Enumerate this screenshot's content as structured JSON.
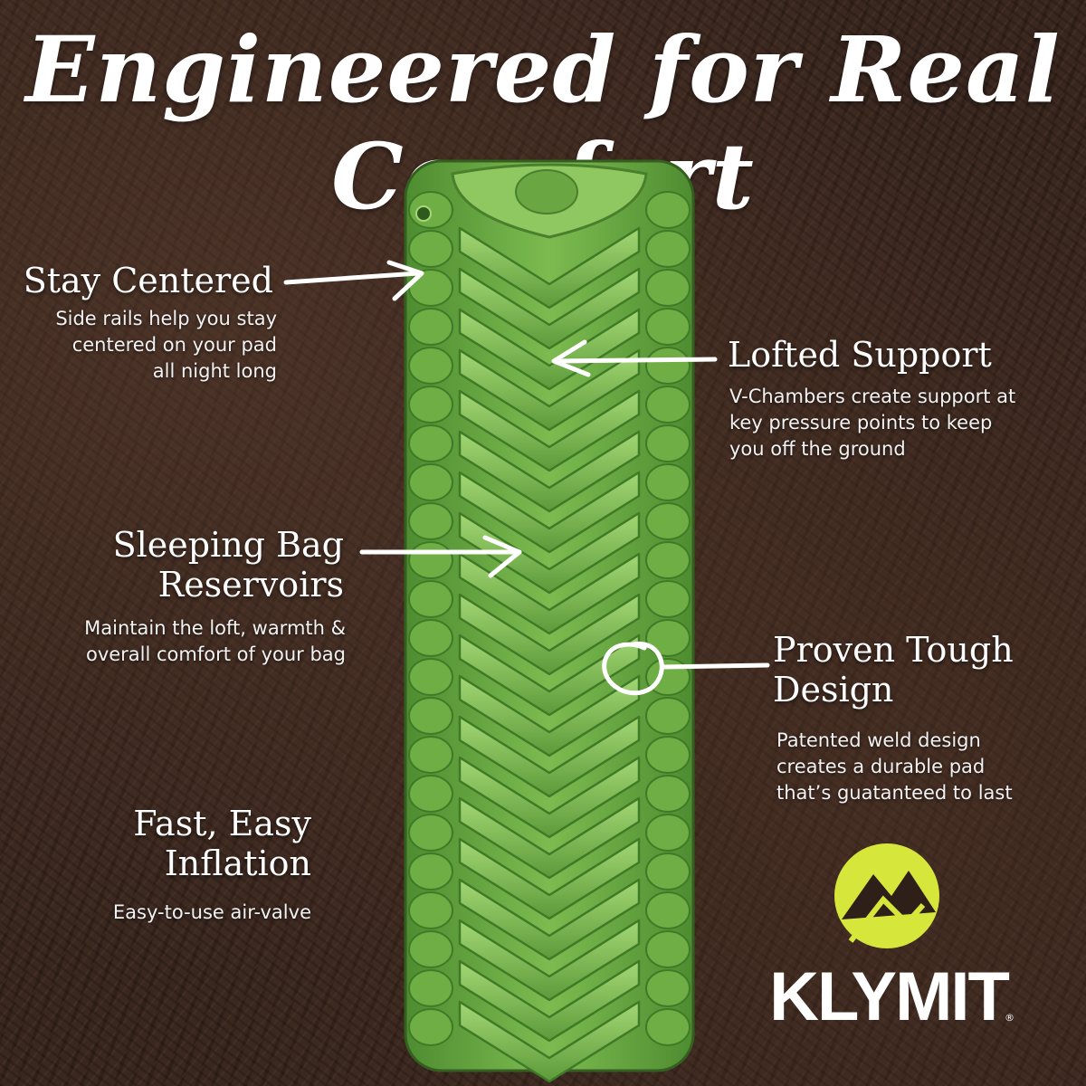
{
  "title": "Engineered for Real Comfort",
  "features": {
    "stay_centered": {
      "heading": "Stay Centered",
      "lines": [
        "Side rails help you stay",
        "centered on your pad",
        "all night long"
      ]
    },
    "lofted_support": {
      "heading": "Lofted Support",
      "lines": [
        "V-Chambers create support at",
        "key pressure points to keep",
        "you off the ground"
      ]
    },
    "sleeping_bag_reservoirs": {
      "heading_lines": [
        "Sleeping Bag",
        "Reservoirs"
      ],
      "lines": [
        "Maintain the loft, warmth &",
        "overall comfort of your bag"
      ]
    },
    "proven_tough_design": {
      "heading_lines": [
        "Proven Tough",
        "Design"
      ],
      "lines": [
        "Patented weld design",
        "creates a durable pad",
        "that’s guatanteed to last"
      ]
    },
    "fast_easy_inflation": {
      "heading_lines": [
        "Fast, Easy",
        "Inflation"
      ],
      "lines": [
        "Easy-to-use air-valve"
      ]
    }
  },
  "brand": {
    "name": "KLYMIT",
    "trademark": "®",
    "logo_color": "#d7e63a"
  },
  "colors": {
    "pad_green": "#6fae45",
    "pad_dark": "#3f7a27",
    "pad_light": "#9fd070",
    "soil": "#3a2820"
  },
  "icons": [
    "arrow-icon",
    "circle-highlight-icon",
    "klymit-logo-icon"
  ]
}
